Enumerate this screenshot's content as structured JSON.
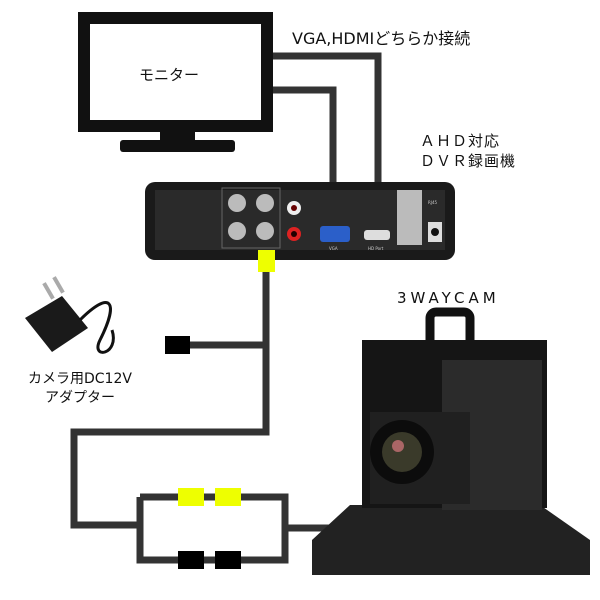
{
  "monitor": {
    "label": "モニター"
  },
  "connection_note": "VGA,HDMIどちらか接続",
  "dvr": {
    "title_line1": "ＡＨＤ対応",
    "title_line2": "ＤＶＲ録画機",
    "port_vga": "VGA",
    "port_hdmi": "HD Port",
    "port_rj45": "RJ45"
  },
  "camera": {
    "label": "3WAYCAM"
  },
  "adapter": {
    "label_line1": "カメラ用DC12V",
    "label_line2": "アダプター"
  },
  "colors": {
    "cable": "#333333",
    "video_connector": "#eeff00",
    "power_connector": "#000000"
  }
}
